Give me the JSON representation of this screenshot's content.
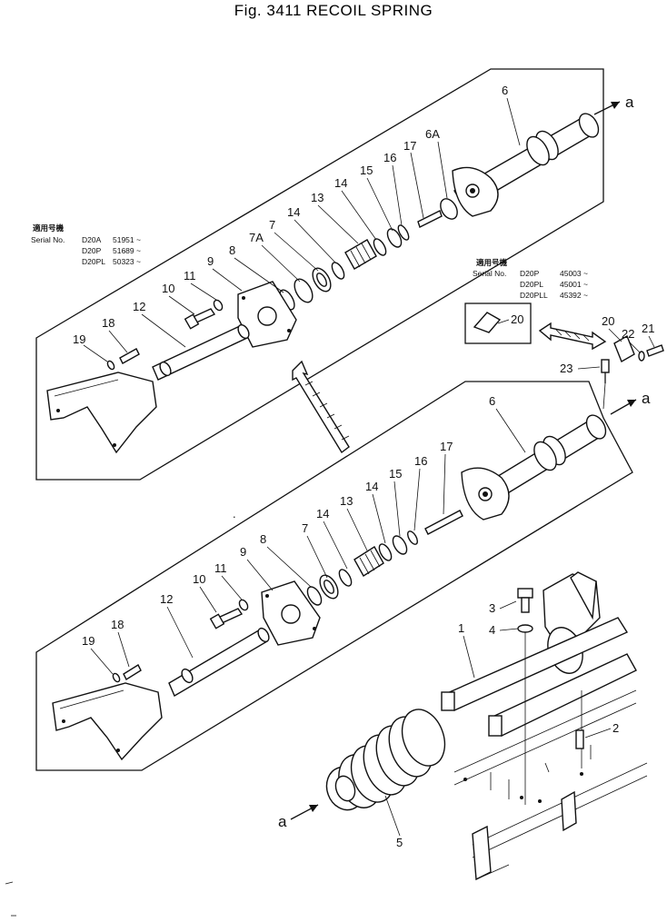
{
  "title": "Fig. 3411 RECOIL SPRING",
  "upper_serials": {
    "heading": "適用号機",
    "serial_label": "Serial No.",
    "rows": [
      {
        "model": "D20A",
        "serial": "51951 ~"
      },
      {
        "model": "D20P",
        "serial": "51689 ~"
      },
      {
        "model": "D20PL",
        "serial": "50323 ~"
      }
    ]
  },
  "lower_serials": {
    "heading": "適用号機",
    "serial_label": "Serial No.",
    "rows": [
      {
        "model": "D20P",
        "serial": "45003 ~"
      },
      {
        "model": "D20PL",
        "serial": "45001 ~"
      },
      {
        "model": "D20PLL",
        "serial": "45392 ~"
      }
    ]
  },
  "arrow_label": "a",
  "upper_callouts": [
    "6",
    "6A",
    "17",
    "16",
    "15",
    "14",
    "13",
    "14",
    "7",
    "7A",
    "8",
    "9",
    "11",
    "10",
    "12",
    "18",
    "19"
  ],
  "lower_callouts": [
    "6",
    "17",
    "16",
    "15",
    "14",
    "13",
    "14",
    "7",
    "8",
    "9",
    "11",
    "10",
    "12",
    "18",
    "19",
    "1",
    "2",
    "3",
    "4",
    "5"
  ],
  "option_callouts": [
    "20",
    "20",
    "21",
    "22",
    "23"
  ]
}
